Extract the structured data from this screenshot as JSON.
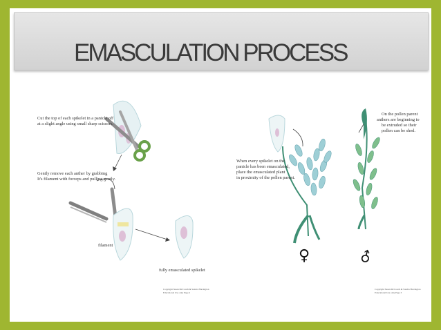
{
  "title": "EMASCULATION PROCESS",
  "left_panel": {
    "step1": [
      "Cut the top of each spikelet in a panicle off",
      "at a slight angle using small sharp scissors."
    ],
    "step2": [
      "Gently remove each anther by grabbing",
      "It's filament with forceps and pulling gently."
    ],
    "filament_label": "filament",
    "spikelet_label": "fully emasculated spikelet",
    "copyright": [
      "Copyright Susan McCouch & Sandra Harrington",
      "Educational Use only          Page 2"
    ]
  },
  "right_panel": {
    "note_left": [
      "When every spikelet on the",
      "panicle has been emasculated,",
      "place the emasculated plant",
      "in proximity of the pollen parent."
    ],
    "note_right": [
      "On the pollen parent",
      "anthers are beginning to",
      "be extruded so their",
      "pollen can be shed."
    ],
    "female_symbol": "♀",
    "male_symbol": "♂",
    "copyright": [
      "Copyright Susan McCouch & Sandra Harrington",
      "Educational Use only          Page 3"
    ]
  },
  "colors": {
    "border": "#9fb631",
    "spikelet": "#9ecfd6",
    "leaf": "#3f8f74",
    "scissors": "#6aa14a"
  }
}
